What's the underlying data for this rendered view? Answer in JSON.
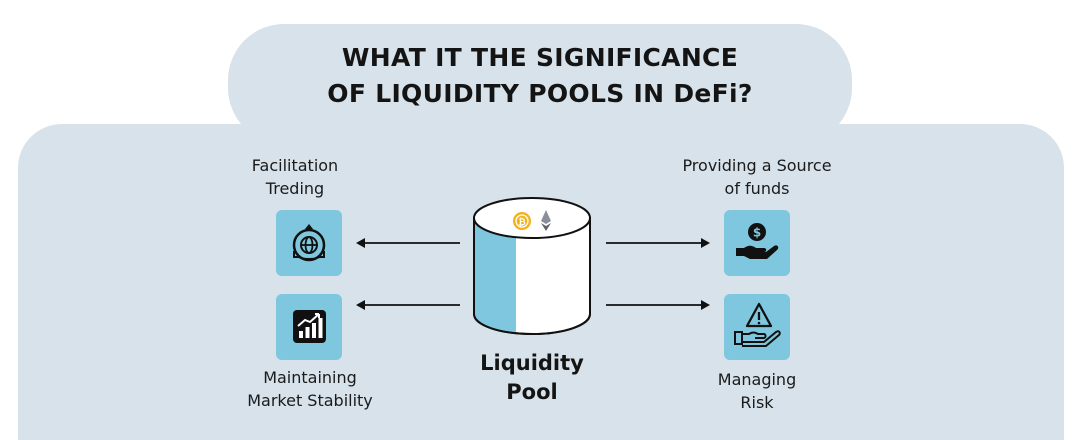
{
  "title": {
    "line1": "WHAT IT THE SIGNIFICANCE",
    "line2": "OF LIQUIDITY POOLS IN DeFi?"
  },
  "center": {
    "label_line1": "Liquidity",
    "label_line2": "Pool",
    "icons": [
      "bitcoin-coin-icon",
      "ethereum-icon"
    ]
  },
  "items": {
    "top_left": {
      "line1": "Facilitation",
      "line2": "Treding",
      "icon": "globe-exchange-icon"
    },
    "bottom_left": {
      "line1": "Maintaining",
      "line2": "Market Stability",
      "icon": "growth-chart-icon"
    },
    "top_right": {
      "line1": "Providing a Source",
      "line2": "of funds",
      "icon": "dollar-hand-icon"
    },
    "bottom_right": {
      "line1": "Managing",
      "line2": "Risk",
      "icon": "warning-hand-icon"
    }
  },
  "colors": {
    "panel": "#d7e2ea",
    "accent": "#7ec7df",
    "text": "#141414",
    "coin": "#f3b21b"
  }
}
